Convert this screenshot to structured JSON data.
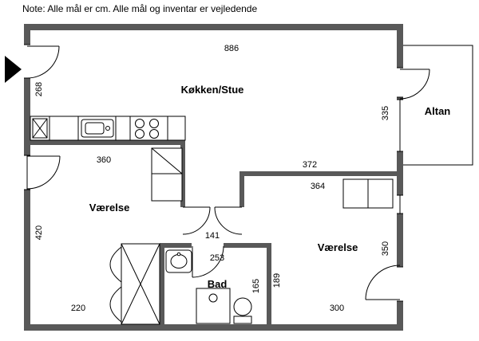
{
  "note": "Note: Alle mål er cm. Alle mål og inventar er vejledende",
  "rooms": {
    "kitchen_living": "Køkken/Stue",
    "balcony": "Altan",
    "bedroom_left": "Værelse",
    "bedroom_right": "Værelse",
    "bathroom": "Bad"
  },
  "dims": {
    "total_width": "886",
    "kitchen_left_height": "268",
    "kitchen_right_height": "335",
    "bedroom_left_width": "360",
    "living_wall_width": "372",
    "bedroom_right_width": "364",
    "bedroom_left_height": "420",
    "hall_width": "141",
    "bathroom_width": "253",
    "bathroom_height": "165",
    "bathroom_wall_height": "189",
    "bedroom_right_height": "350",
    "bedroom_left_bottom": "220",
    "bedroom_right_bottom": "300"
  },
  "colors": {
    "wall": "#595959",
    "line": "#000000",
    "background": "#ffffff"
  }
}
